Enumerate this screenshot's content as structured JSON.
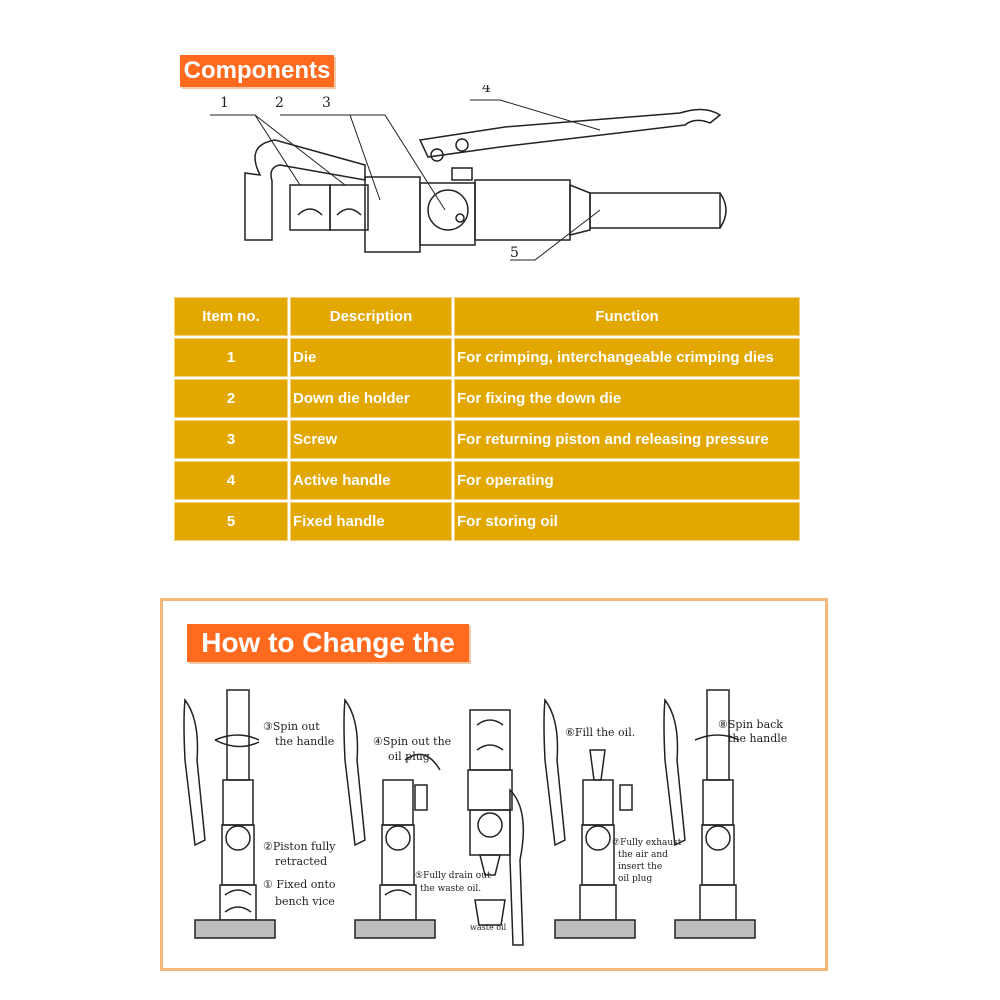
{
  "components": {
    "title": "Components",
    "callouts": [
      "1",
      "2",
      "3",
      "4",
      "5"
    ]
  },
  "table": {
    "headers": [
      "Item no.",
      "Description",
      "Function"
    ],
    "rows": [
      {
        "item": "1",
        "description": "Die",
        "function": "For crimping, interchangeable crimping dies"
      },
      {
        "item": "2",
        "description": "Down die holder",
        "function": "For fixing the down die"
      },
      {
        "item": "3",
        "description": "Screw",
        "function": "For returning piston and releasing pressure"
      },
      {
        "item": "4",
        "description": "Active handle",
        "function": "For operating"
      },
      {
        "item": "5",
        "description": "Fixed handle",
        "function": "For storing oil"
      }
    ]
  },
  "oil_change": {
    "title": "How to Change the oil",
    "steps": {
      "s3a": "③Spin out",
      "s3b": "the handle",
      "s2a": "②Piston fully",
      "s2b": "retracted",
      "s1a": "① Fixed onto",
      "s1b": "bench vice",
      "s4a": "④Spin out the",
      "s4b": "oil plug.",
      "s5a": "⑤Fully drain out",
      "s5b": "the waste oil.",
      "waste": "waste oil",
      "s6": "⑥Fill the oil.",
      "s7a": "⑦Fully exhaust",
      "s7b": "the air and",
      "s7c": "insert the",
      "s7d": "oil plug",
      "s8a": "⑧Spin back",
      "s8b": "the handle"
    }
  },
  "colors": {
    "orange_label": "#ff6a1f",
    "table_gold": "#e2a800",
    "panel_border": "#f4b978"
  }
}
